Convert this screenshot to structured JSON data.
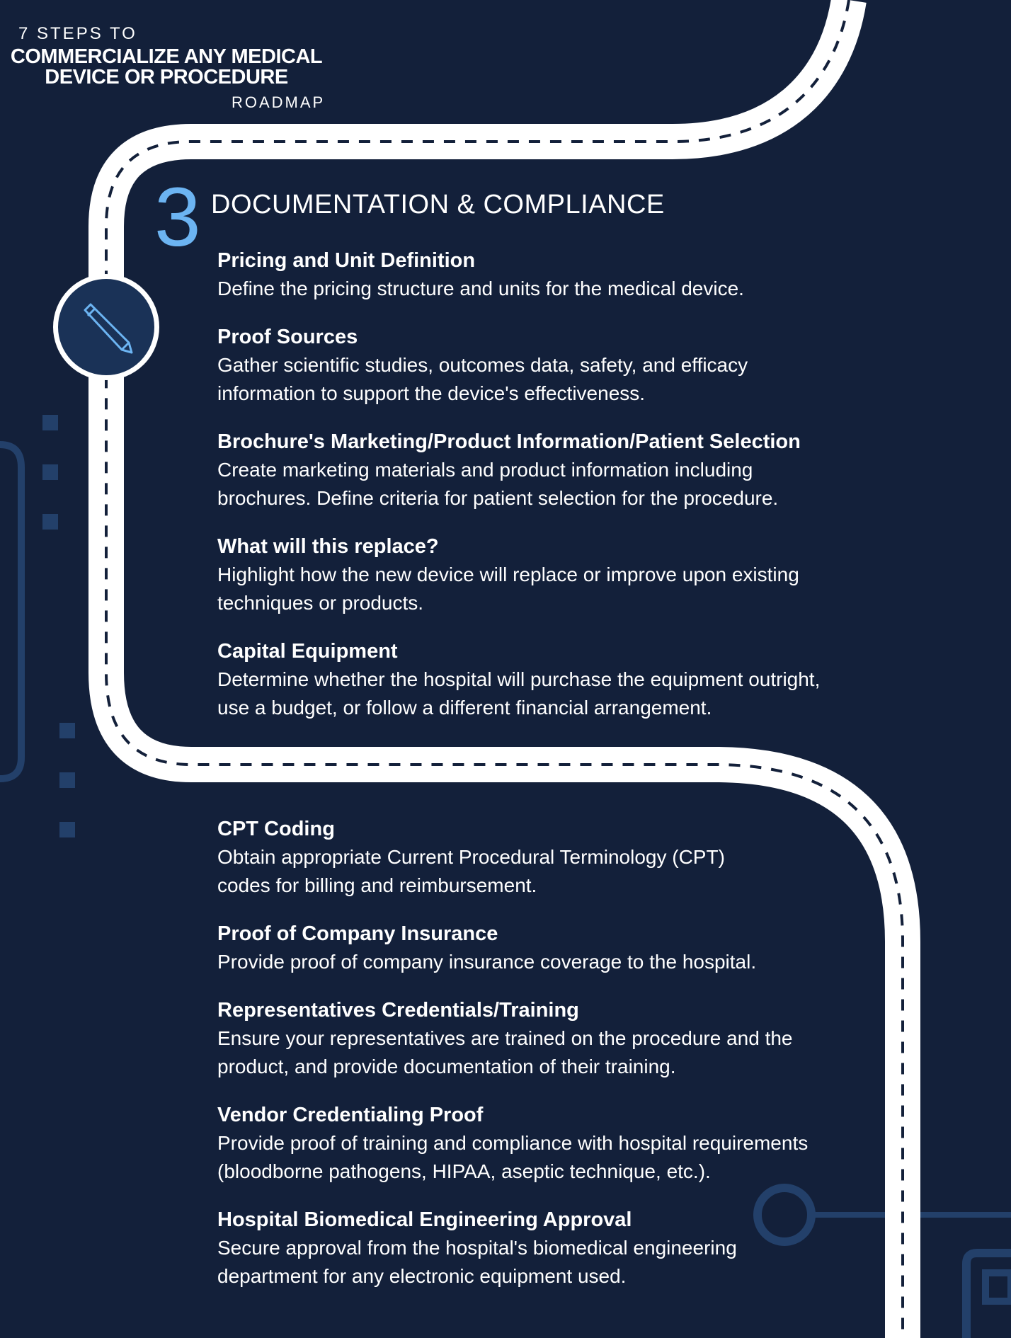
{
  "header": {
    "pre_title": "7 STEPS TO",
    "title_line1": "COMMERCIALIZE ANY MEDICAL",
    "title_line2": "DEVICE OR PROCEDURE",
    "subtitle": "ROADMAP"
  },
  "step": {
    "number": "3",
    "title": "DOCUMENTATION & COMPLIANCE",
    "icon": "pencil-icon"
  },
  "sections_top": [
    {
      "heading": "Pricing and Unit Definition",
      "lines": [
        "Define the pricing structure and units for the medical device."
      ]
    },
    {
      "heading": "Proof Sources",
      "lines": [
        "Gather scientific studies, outcomes data, safety, and efficacy",
        "information to support the device's effectiveness."
      ]
    },
    {
      "heading": "Brochure's Marketing/Product Information/Patient Selection",
      "lines": [
        "Create marketing materials and product information including",
        "brochures. Define criteria for patient selection for the procedure."
      ]
    },
    {
      "heading": "What will this replace?",
      "lines": [
        "Highlight how the new device will replace or improve upon existing",
        "techniques or products."
      ]
    },
    {
      "heading": "Capital Equipment",
      "lines": [
        "Determine whether the hospital will purchase the equipment outright,",
        "use a budget, or follow a different financial arrangement."
      ]
    }
  ],
  "sections_bottom": [
    {
      "heading": "CPT Coding",
      "lines": [
        "Obtain appropriate Current Procedural Terminology (CPT)",
        "codes for billing and reimbursement."
      ]
    },
    {
      "heading": "Proof of Company Insurance",
      "lines": [
        "Provide proof of company insurance coverage to the hospital."
      ]
    },
    {
      "heading": "Representatives Credentials/Training",
      "lines": [
        "Ensure your representatives are trained on the procedure and the",
        "product, and provide documentation of their training."
      ]
    },
    {
      "heading": "Vendor Credentialing Proof",
      "lines": [
        "Provide proof of training and compliance with hospital requirements",
        "(bloodborne pathogens, HIPAA, aseptic technique, etc.)."
      ]
    },
    {
      "heading": "Hospital Biomedical Engineering Approval",
      "lines": [
        "Secure approval from the hospital's biomedical engineering",
        "department for any electronic equipment used."
      ]
    }
  ],
  "colors": {
    "background": "#13203a",
    "accent": "#6cb4f2",
    "road": "#ffffff",
    "dash": "#13203a",
    "decor": "#23406a"
  }
}
